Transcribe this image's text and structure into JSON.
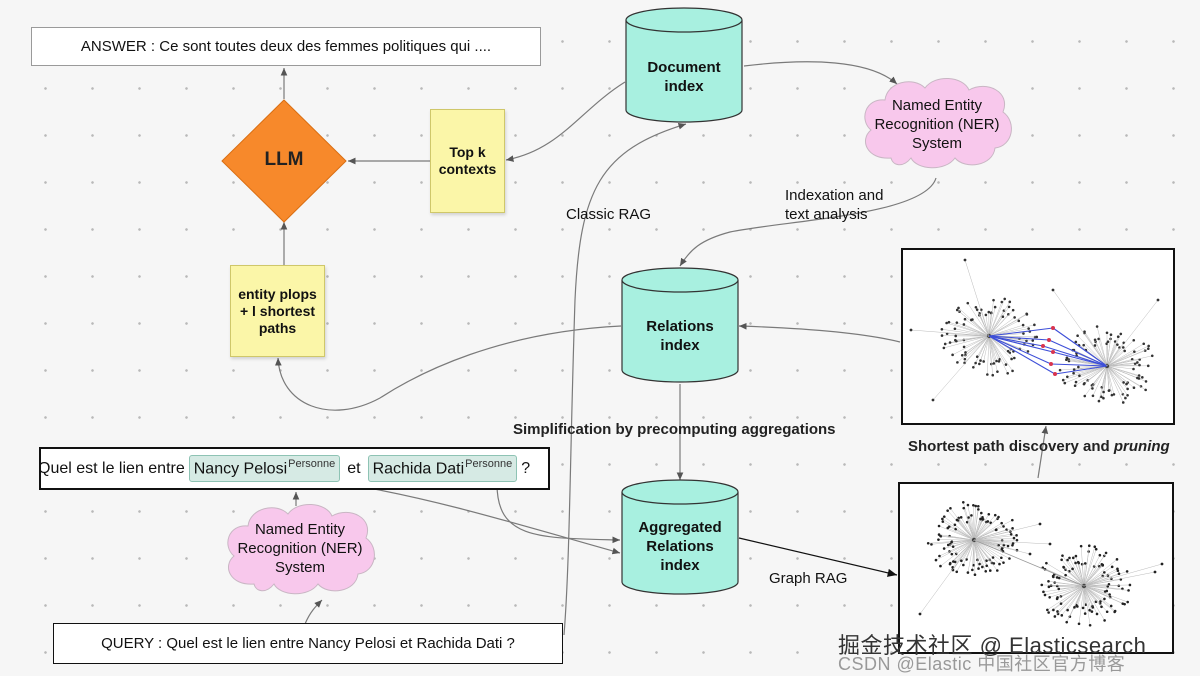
{
  "answer_box": {
    "text": "ANSWER : Ce sont toutes deux des femmes politiques qui ...."
  },
  "query_box": {
    "text": "QUERY : Quel est le lien entre Nancy Pelosi et Rachida Dati ?"
  },
  "llm": {
    "label": "LLM",
    "color": "#f7892b"
  },
  "top_k": {
    "label": "Top k\ncontexts"
  },
  "entity_plops": {
    "label": "entity plops\n+ l shortest\npaths"
  },
  "document_index": {
    "label": "Document\nindex"
  },
  "relations_index": {
    "label": "Relations\nindex"
  },
  "aggregated_index": {
    "label": "Aggregated\nRelations\nindex"
  },
  "cylinder_color": "#a8f0e0",
  "ner_top": {
    "label": "Named Entity\nRecognition (NER)\nSystem"
  },
  "ner_bottom": {
    "label": "Named Entity\nRecognition (NER)\nSystem"
  },
  "cloud_color": "#f8c8ec",
  "edge_labels": {
    "classic_rag": "Classic RAG",
    "indexation": "Indexation and\ntext analysis",
    "simplification": "Simplification by precomputing aggregations",
    "graph_rag": "Graph RAG"
  },
  "shortest_path": {
    "text": "Shortest path discovery and ",
    "emphasis": "pruning"
  },
  "question": {
    "prefix": "Quel est le lien entre",
    "entity1": "Nancy Pelosi",
    "entity1_tag": "Personne",
    "connector": "et",
    "entity2": "Rachida Dati",
    "entity2_tag": "Personne",
    "suffix": "?"
  },
  "watermark": {
    "main": "掘金技术社区 @ Elasticsearch",
    "sub": "CSDN @Elastic 中国社区官方博客"
  }
}
